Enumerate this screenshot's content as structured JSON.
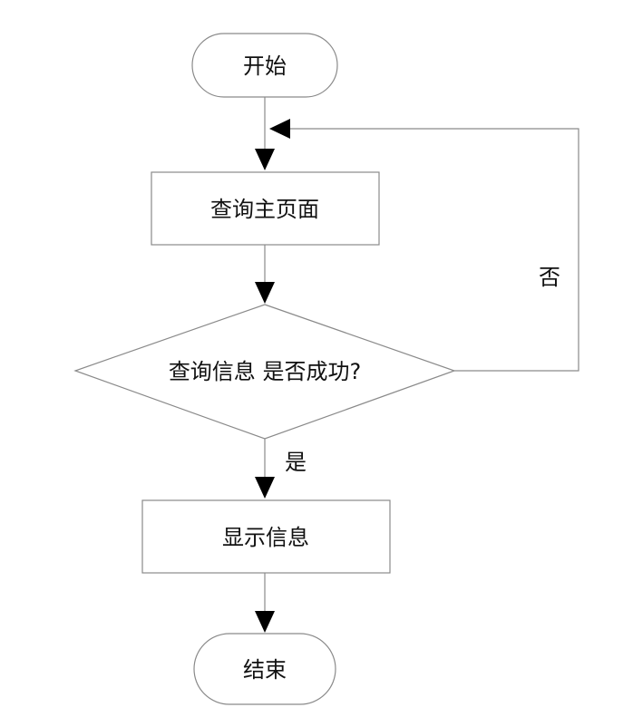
{
  "nodes": {
    "start": "开始",
    "query_home": "查询主页面",
    "decision": "查询信息 是否成功?",
    "show_info": "显示信息",
    "end": "结束"
  },
  "edges": {
    "yes": "是",
    "no": "否"
  }
}
